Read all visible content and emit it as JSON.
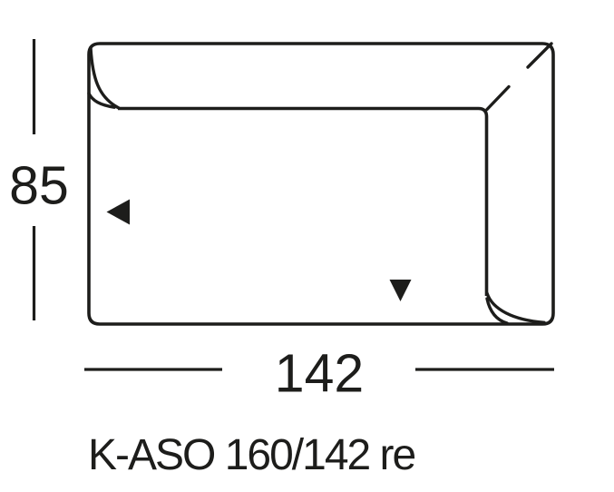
{
  "diagram": {
    "type": "furniture-schematic-top-view",
    "caption": "K-ASO 160/142 re",
    "dimensions": {
      "height": {
        "value": "85"
      },
      "width": {
        "value": "142"
      }
    },
    "markers": {
      "left": {
        "icon": "arrow-left-icon"
      },
      "down": {
        "icon": "arrow-down-icon"
      }
    },
    "colors": {
      "line": "#1d1d1b",
      "background": "#ffffff"
    }
  }
}
